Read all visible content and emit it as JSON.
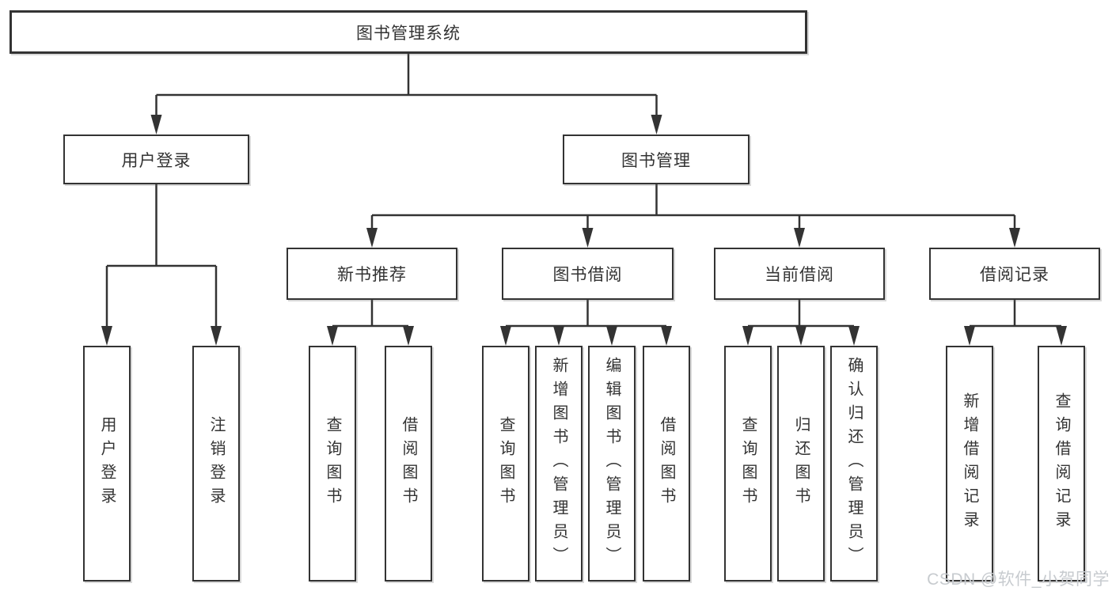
{
  "diagram_title": "图书管理系统",
  "tree": {
    "root": {
      "label": "图书管理系统"
    },
    "branches": [
      {
        "label": "用户登录",
        "children": [
          {
            "label": "用户登录"
          },
          {
            "label": "注销登录"
          }
        ]
      },
      {
        "label": "图书管理",
        "children": [
          {
            "label": "新书推荐",
            "children": [
              {
                "label": "查询图书"
              },
              {
                "label": "借阅图书"
              }
            ]
          },
          {
            "label": "图书借阅",
            "children": [
              {
                "label": "查询图书"
              },
              {
                "label": "新增图书（管理员）"
              },
              {
                "label": "编辑图书（管理员）"
              },
              {
                "label": "借阅图书"
              }
            ]
          },
          {
            "label": "当前借阅",
            "children": [
              {
                "label": "查询图书"
              },
              {
                "label": "归还图书"
              },
              {
                "label": "确认归还（管理员）"
              }
            ]
          },
          {
            "label": "借阅记录",
            "children": [
              {
                "label": "新增借阅记录"
              },
              {
                "label": "查询借阅记录"
              }
            ]
          }
        ]
      }
    ]
  },
  "watermark": {
    "text": "CSDN @软件_小贺同学"
  },
  "colors": {
    "line": "#333333",
    "text": "#333333",
    "background": "#ffffff",
    "watermark": "#c7cbcf"
  }
}
